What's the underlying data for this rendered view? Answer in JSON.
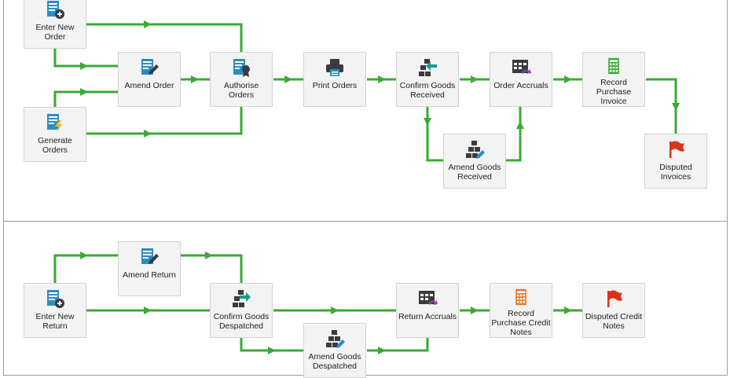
{
  "section_top": {
    "nodes": {
      "enter_new_order": {
        "label": "Enter New Order"
      },
      "amend_order": {
        "label": "Amend Order"
      },
      "generate_orders": {
        "label": "Generate Orders"
      },
      "authorise_orders": {
        "label": "Authorise Orders"
      },
      "print_orders": {
        "label": "Print Orders"
      },
      "confirm_goods_received": {
        "label": "Confirm Goods Received"
      },
      "amend_goods_received": {
        "label": "Amend Goods Received"
      },
      "order_accruals": {
        "label": "Order Accruals"
      },
      "record_purchase_invoice": {
        "label": "Record Purchase Invoice"
      },
      "disputed_invoices": {
        "label": "Disputed Invoices"
      }
    }
  },
  "section_bottom": {
    "nodes": {
      "enter_new_return": {
        "label": "Enter New Return"
      },
      "amend_return": {
        "label": "Amend Return"
      },
      "confirm_goods_despatched": {
        "label": "Confirm Goods Despatched"
      },
      "amend_goods_despatched": {
        "label": "Amend Goods Despatched"
      },
      "return_accruals": {
        "label": "Return Accruals"
      },
      "record_purchase_credit_notes": {
        "label": "Record Purchase Credit Notes"
      },
      "disputed_credit_notes": {
        "label": "Disputed Credit Notes"
      }
    }
  },
  "colors": {
    "connector": "#3aaa35",
    "icon_blue": "#2a8ec4",
    "icon_dark": "#3b3b3b",
    "icon_green": "#3aaa35",
    "icon_orange": "#e8772e",
    "icon_red": "#d9341a"
  }
}
